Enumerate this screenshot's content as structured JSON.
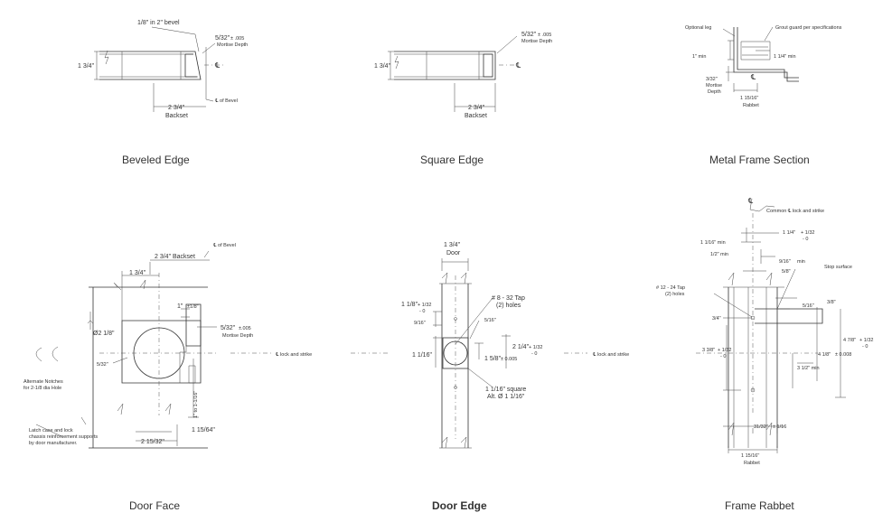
{
  "captions": {
    "beveled_edge": "Beveled Edge",
    "square_edge": "Square Edge",
    "metal_frame_section": "Metal Frame Section",
    "door_face": "Door Face",
    "door_edge": "Door Edge",
    "frame_rabbet": "Frame Rabbet"
  },
  "beveled": {
    "bevel": "1/8\" in 2\" bevel",
    "depth_val": "5/32\"",
    "depth_tol": "± .005",
    "depth_label": "Mortise Depth",
    "thickness": "1 3/4\"",
    "cl": "℄",
    "cl_bevel": "℄ of Bevel",
    "backset_val": "2 3/4\"",
    "backset_label": "Backset"
  },
  "square": {
    "depth_val": "5/32\"",
    "depth_tol": "± .005",
    "depth_label": "Mortise Depth",
    "thickness": "1 3/4\"",
    "cl": "℄",
    "backset_val": "2 3/4\"",
    "backset_label": "Backset"
  },
  "metal": {
    "optional_leg": "Optional leg",
    "grout": "Grout guard per specifications",
    "one_min": "1\" min",
    "quarter_min": "1 1/4\" min",
    "mortise_depth_val": "3/32\"",
    "mortise_depth_l1": "Mortise",
    "mortise_depth_l2": "Depth",
    "cl": "℄",
    "rabbet_val": "1 15/16\"",
    "rabbet_label": "Rabbet"
  },
  "face": {
    "cl_bevel": "℄ of Bevel",
    "backset": "2 3/4\" Backset",
    "three_quarter": "1 3/4\"",
    "one_in": "1\"",
    "one_in_tol": "±1/8\"",
    "dia": "Ø2 1/8\"",
    "depth_val": "5/32\"",
    "depth_tol": "±.005",
    "depth_label": "Mortise Depth",
    "five32": "5/32\"",
    "one_to": "1\" to 1-1/16\"",
    "one_1564": "1 15/64\"",
    "two_1532": "2 15/32\"",
    "lock_strike": "℄  lock and strike",
    "notch1": "Alternate Notches",
    "notch2": "for 2-1/8 dia Hole",
    "latch1": "Latch case and lock",
    "latch2": "chassis reinforcement supports",
    "latch3": "by door manufacturer."
  },
  "edge": {
    "thickness": "1 3/4\"",
    "door": "Door",
    "tap1": "# 8 - 32 Tap",
    "tap2": "(2) holes",
    "h1": "1 1/8\"",
    "h1_tol_a": "+ 1/32",
    "h1_tol_b": "- 0",
    "nine16": "9/16\"",
    "five16": "5/16\"",
    "one116": "1 1/16\"",
    "two14": "2 1/4\"",
    "two14_tol_a": "+ 1/32",
    "two14_tol_b": "- 0",
    "one58": "1 5/8\"",
    "one58_tol": "± 0.005",
    "sq1": "1 1/16\" square",
    "sq2": "Alt. Ø 1 1/16\"",
    "lock_strike": "℄ lock and strike"
  },
  "rabbet": {
    "common": "Common ℄ lock and strike",
    "a": "1 1/4\"",
    "a_tol_a": "+ 1/32",
    "a_tol_b": "- 0",
    "b": "1 1/16\" min",
    "c": "1/2\" min",
    "d": "9/16\"",
    "d_min": "min",
    "e": "5/8\"",
    "stop": "Stop surface",
    "tap1": "# 12 - 24 Tap",
    "tap2": "(2) holes",
    "f": "3/8\"",
    "g": "5/16\"",
    "h": "3/4\"",
    "i": "3 3/8\"",
    "i_tol_a": "+ 1/32",
    "i_tol_b": "- 0",
    "j": "4 1/8\"",
    "j_tol": "± 0.008",
    "k": "4 7/8\"",
    "k_tol_a": "+ 1/32",
    "k_tol_b": "- 0",
    "l": "3 1/2\" min",
    "m": "31/32\"",
    "m_tol": "± 1/16",
    "rabbet_val": "1 15/16\"",
    "rabbet_label": "Rabbet"
  }
}
